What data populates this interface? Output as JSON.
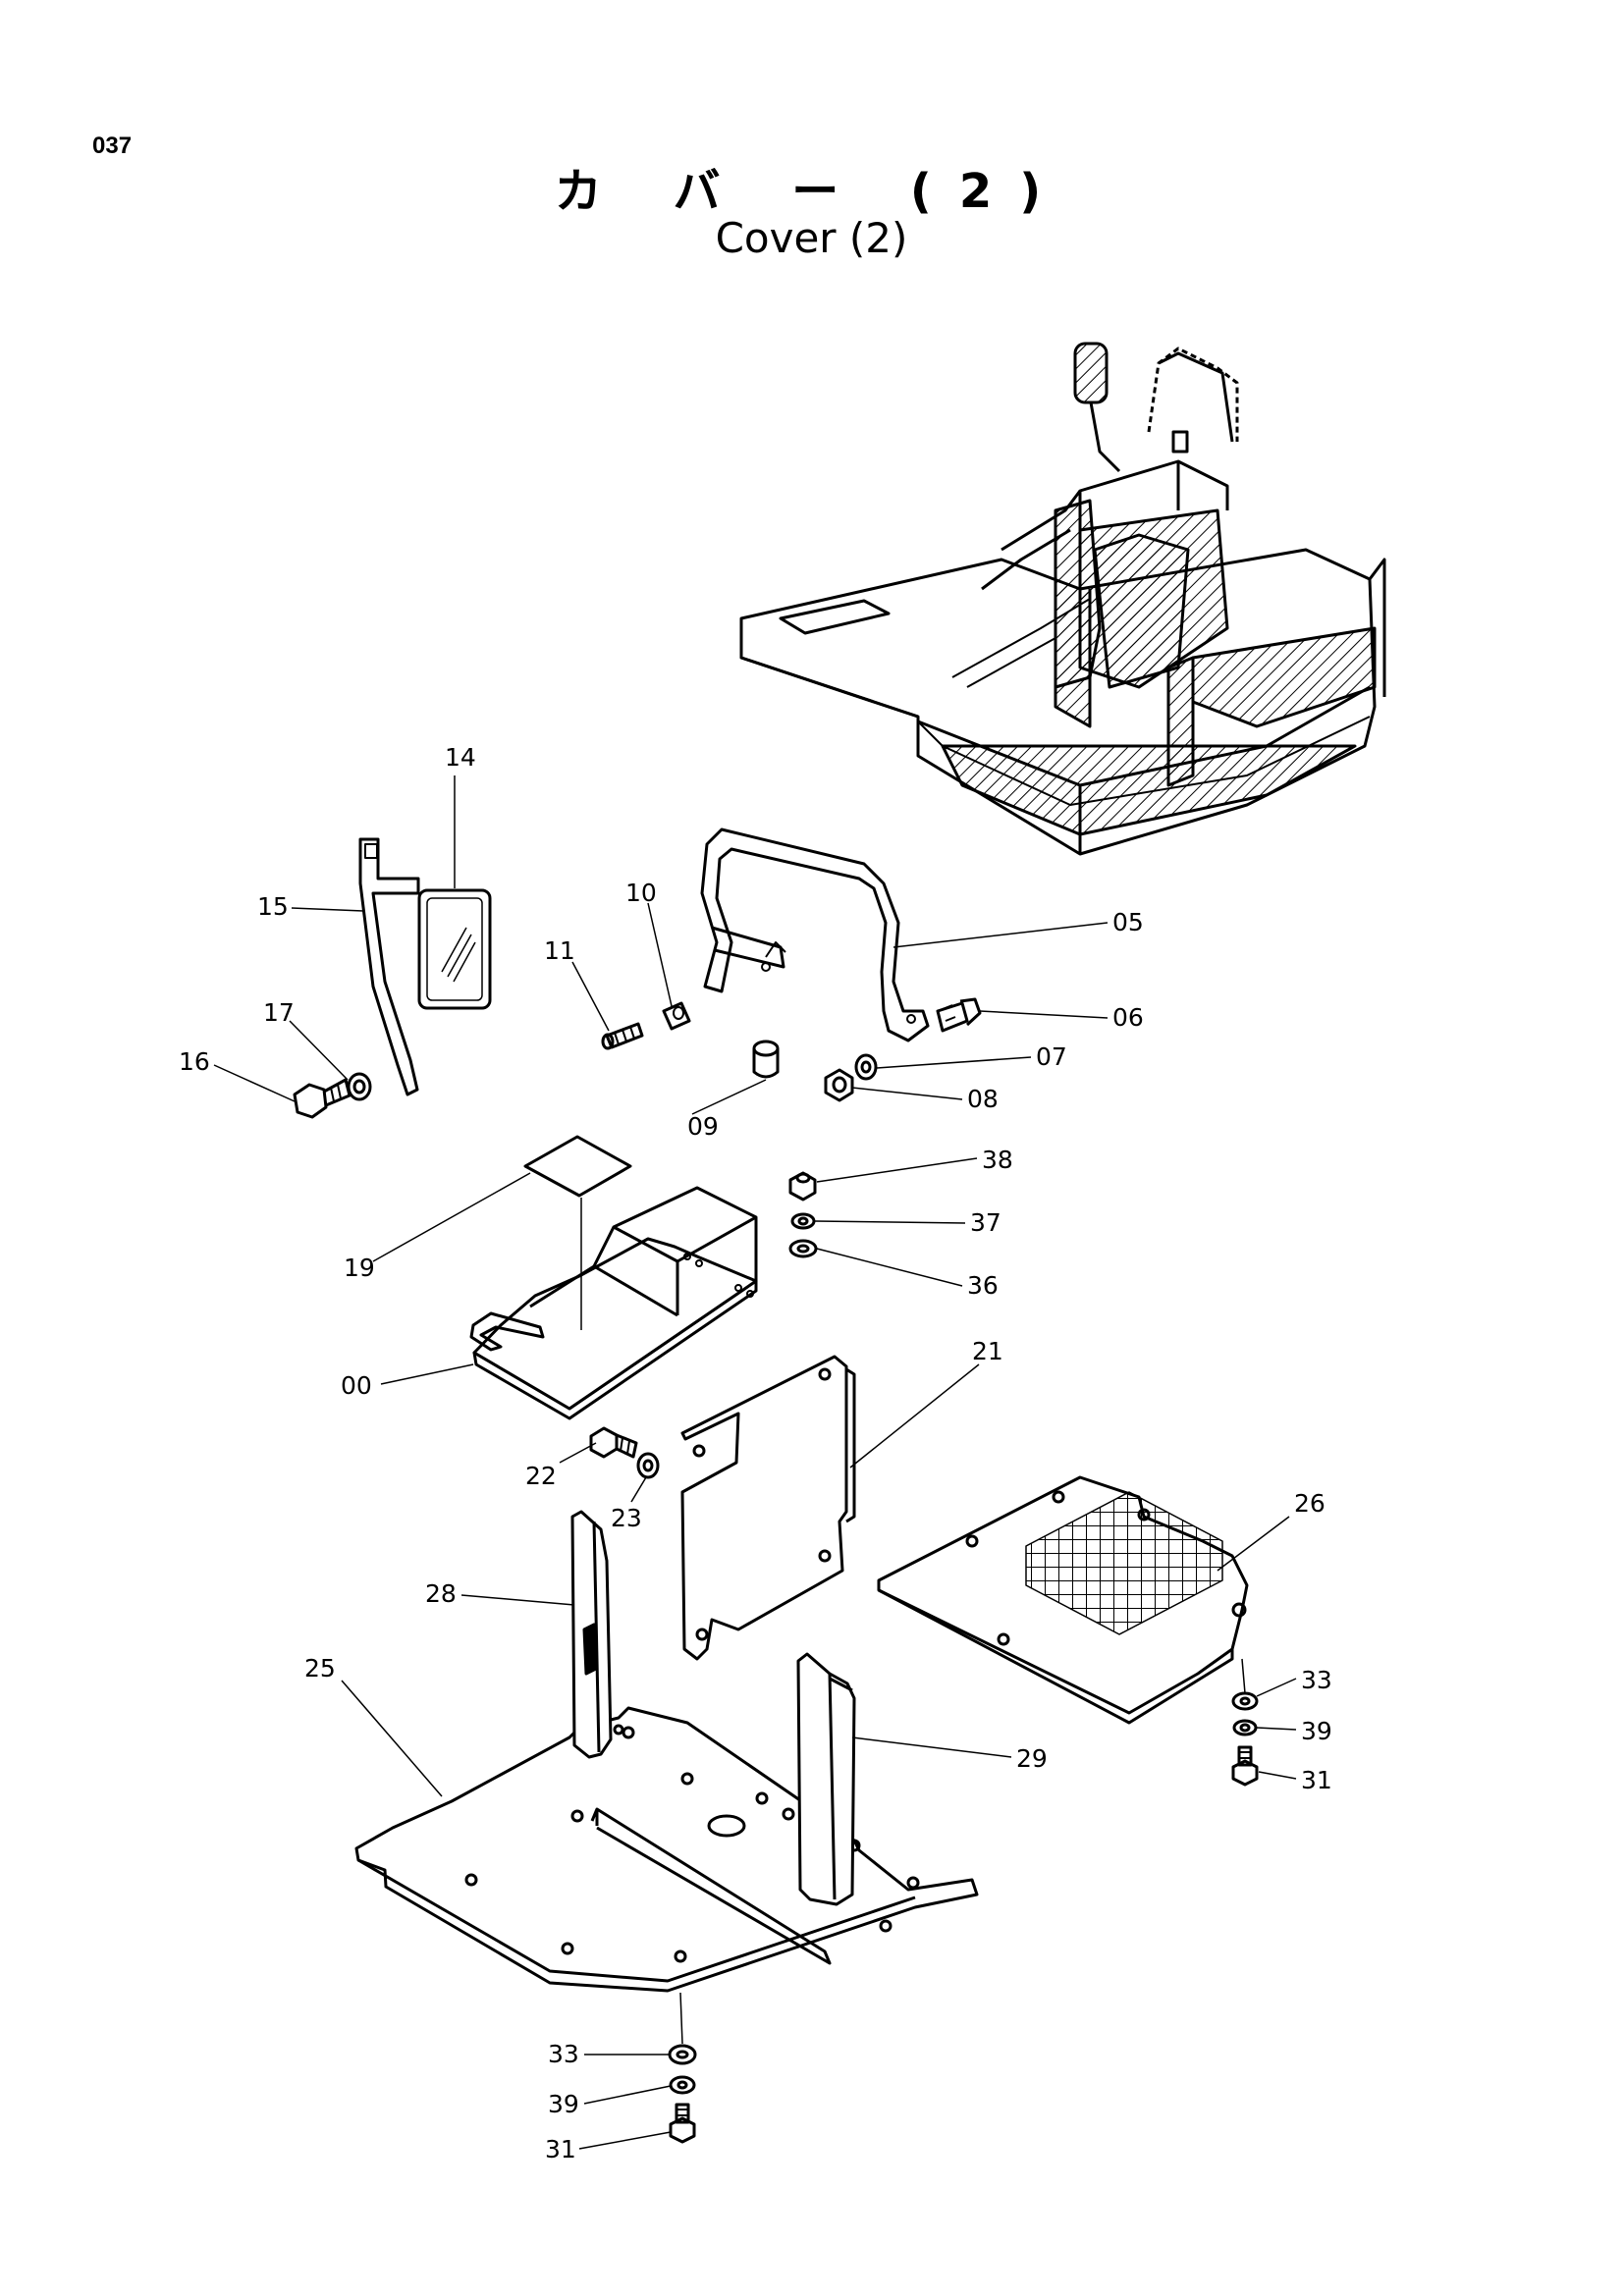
{
  "page_number": "037",
  "title_japanese": "カ バ ー (2)",
  "title_english": "Cover (2)",
  "labels": {
    "p00": "00",
    "p05": "05",
    "p06": "06",
    "p07": "07",
    "p08": "08",
    "p09": "09",
    "p10": "10",
    "p11": "11",
    "p14": "14",
    "p15": "15",
    "p16": "16",
    "p17": "17",
    "p19": "19",
    "p21": "21",
    "p22": "22",
    "p23": "23",
    "p25": "25",
    "p26": "26",
    "p28": "28",
    "p29": "29",
    "p31a": "31",
    "p31b": "31",
    "p33a": "33",
    "p33b": "33",
    "p36": "36",
    "p37": "37",
    "p38": "38",
    "p39a": "39",
    "p39b": "39"
  }
}
